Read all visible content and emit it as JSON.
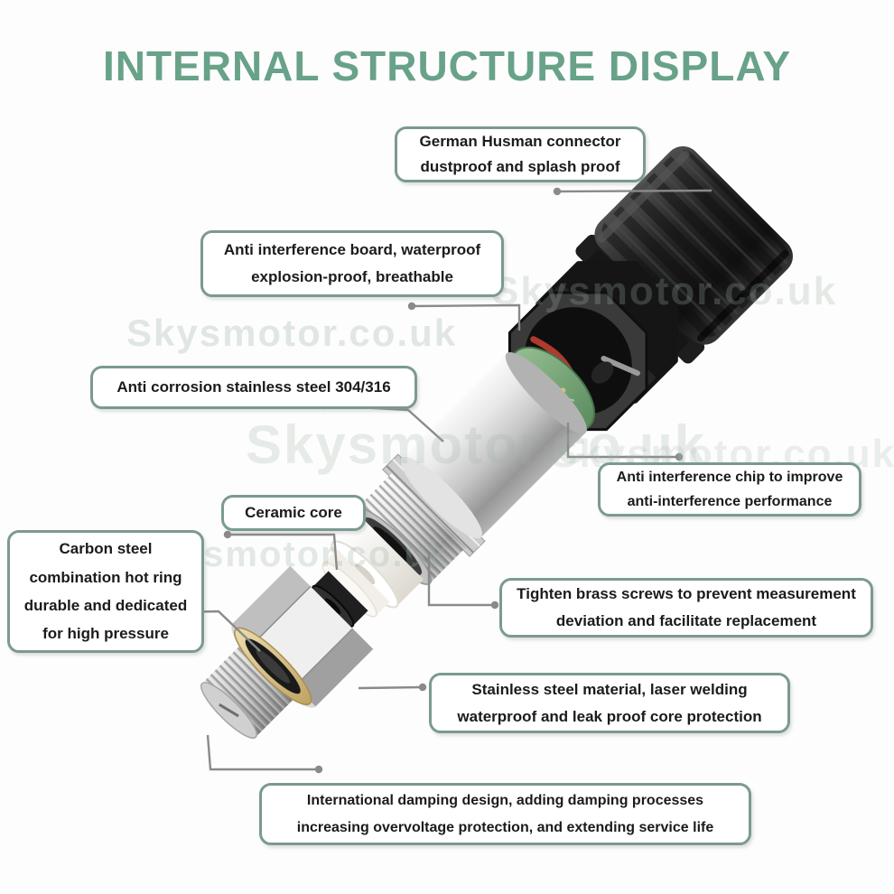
{
  "title": "INTERNAL STRUCTURE DISPLAY",
  "watermark": "Skysmotor.co.uk",
  "colors": {
    "title_green": "#68a288",
    "callout_border": "#7a9a90",
    "leader_gray": "#8a8a8a",
    "pcb_green": "#79a377",
    "brass": "#d9c48e",
    "steel_light": "#f0f0f0",
    "steel_dark": "#9a9a9a",
    "plastic_black": "#262626"
  },
  "callouts": [
    {
      "id": "german-husman-connector",
      "lines": [
        "German Husman connector",
        "dustproof and splash proof"
      ]
    },
    {
      "id": "anti-interference-board",
      "lines": [
        "Anti interference board, waterproof",
        "explosion-proof, breathable"
      ]
    },
    {
      "id": "anti-corrosion-steel",
      "lines": [
        "Anti corrosion stainless steel 304/316"
      ]
    },
    {
      "id": "anti-interference-chip",
      "lines": [
        "Anti interference chip to improve",
        "anti-interference performance"
      ]
    },
    {
      "id": "ceramic-core",
      "lines": [
        "Ceramic core"
      ]
    },
    {
      "id": "carbon-steel-ring",
      "lines": [
        "Carbon steel",
        "combination hot ring",
        "durable and dedicated",
        "for high pressure"
      ]
    },
    {
      "id": "brass-screws",
      "lines": [
        "Tighten brass screws to prevent measurement",
        "deviation and facilitate replacement"
      ]
    },
    {
      "id": "stainless-laser-welding",
      "lines": [
        "Stainless steel material, laser welding",
        "waterproof and leak proof core protection"
      ]
    },
    {
      "id": "damping-design",
      "lines": [
        "International damping design, adding damping processes",
        "increasing overvoltage protection, and extending service life"
      ]
    }
  ]
}
